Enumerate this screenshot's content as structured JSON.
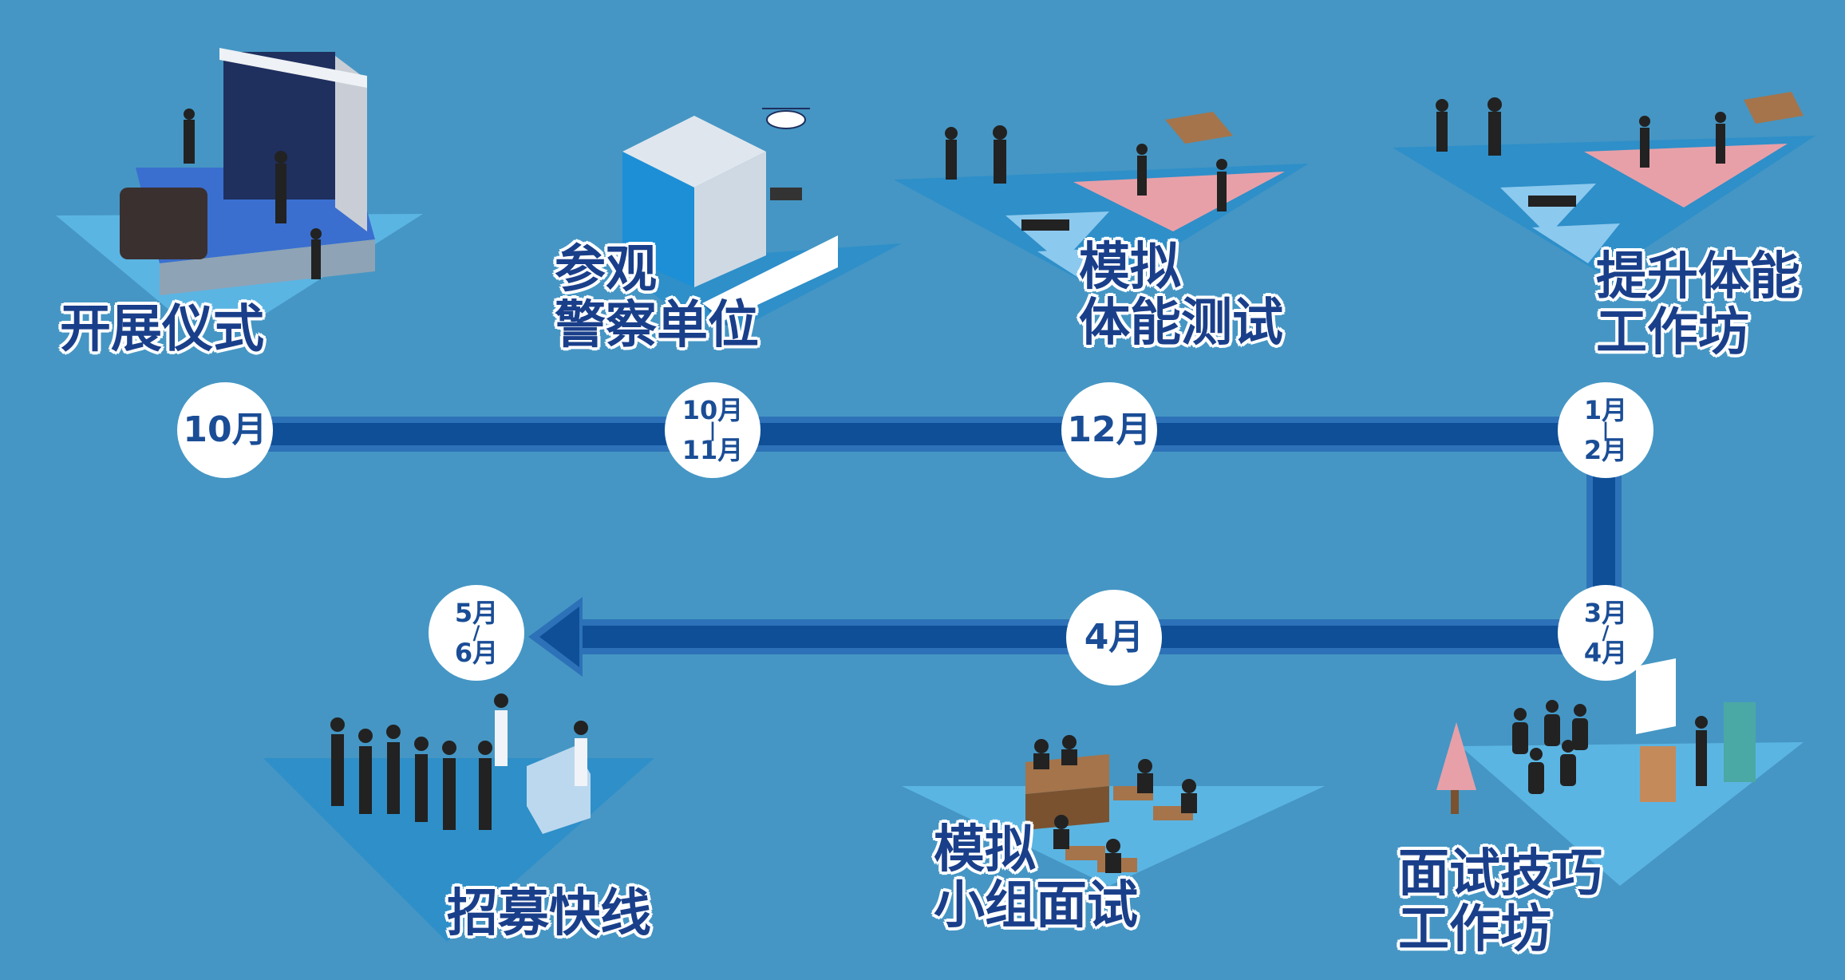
{
  "stages": [
    {
      "label_lines": [
        "开展仪式"
      ],
      "month_lines": [
        "10月"
      ]
    },
    {
      "label_lines": [
        "参观",
        "警察单位"
      ],
      "month_lines": [
        "10月",
        "|",
        "11月"
      ]
    },
    {
      "label_lines": [
        "模拟",
        "体能测试"
      ],
      "month_lines": [
        "12月"
      ]
    },
    {
      "label_lines": [
        "提升体能",
        "工作坊"
      ],
      "month_lines": [
        "1月",
        "|",
        "2月"
      ]
    },
    {
      "label_lines": [
        "面试技巧",
        "工作坊"
      ],
      "month_lines": [
        "3月",
        "/",
        "4月"
      ]
    },
    {
      "label_lines": [
        "模拟",
        "小组面试"
      ],
      "month_lines": [
        "4月"
      ]
    },
    {
      "label_lines": [
        "招募快线"
      ],
      "month_lines": [
        "5月",
        "/",
        "6月"
      ]
    }
  ],
  "colors": {
    "background": "#4596c4",
    "track_dark": "#0f4f97",
    "track_light": "#2d72b8",
    "label_text": "#1a3f8a",
    "platform_light": "#5bb5e3",
    "platform_dark": "#2e8fc9",
    "pink_zone": "#e8a0a8"
  },
  "icons": [
    "stage-ceremony-icon",
    "police-building-icon",
    "fitness-test-icon",
    "fitness-workshop-icon",
    "interview-workshop-icon",
    "group-interview-icon",
    "recruitment-booth-icon"
  ]
}
